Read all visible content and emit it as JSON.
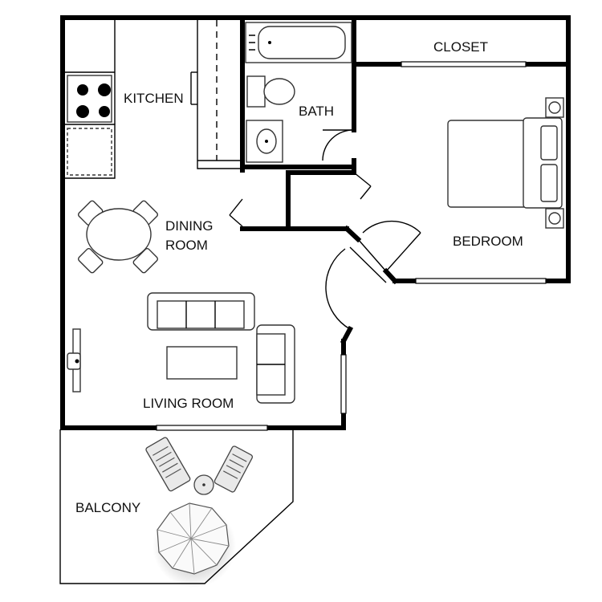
{
  "rooms": {
    "kitchen": "KITCHEN",
    "bath": "BATH",
    "closet": "CLOSET",
    "bedroom": "BEDROOM",
    "dining_line1": "DINING",
    "dining_line2": "ROOM",
    "living": "LIVING ROOM",
    "balcony": "BALCONY"
  }
}
